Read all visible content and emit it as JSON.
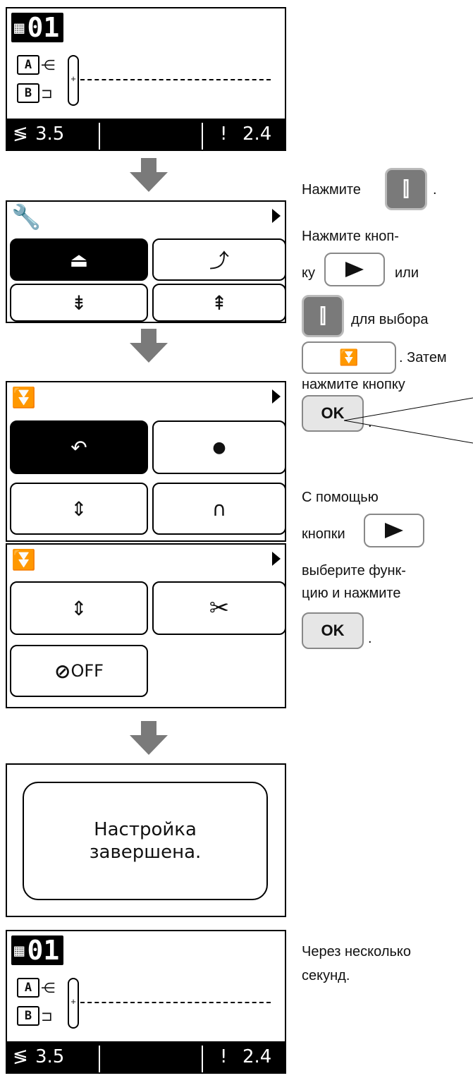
{
  "home": {
    "pattern_number": "01",
    "grid_icon": "grid-icon",
    "label_a": "A",
    "label_b": "B",
    "needle_mark": "+",
    "stitch_width_icon": "stitch-width-icon",
    "stitch_width": "3.5",
    "stitch_length_icon": "exclamation-icon",
    "stitch_length_mark": "!",
    "stitch_length": "2.4"
  },
  "settings_menu": {
    "icon": "tools-icon",
    "items": [
      {
        "name": "presser-foot-up-icon",
        "selected": true
      },
      {
        "name": "pivot-icon",
        "selected": false
      },
      {
        "name": "needle-position-icon",
        "selected": false
      },
      {
        "name": "feed-dog-icon",
        "selected": false
      }
    ]
  },
  "foot_menu_1": {
    "icon": "presser-foot-down-icon",
    "items": [
      {
        "name": "reverse-icon",
        "glyph": "↶",
        "selected": true
      },
      {
        "name": "dot-icon",
        "glyph": "●",
        "selected": false
      },
      {
        "name": "needle-up-down-icon",
        "glyph": "⇕",
        "selected": false
      },
      {
        "name": "needle-stop-icon",
        "glyph": "∩",
        "selected": false
      }
    ]
  },
  "foot_menu_2": {
    "icon": "presser-foot-down-icon",
    "items": [
      {
        "name": "foot-lift-icon",
        "glyph": "⇕",
        "selected": false
      },
      {
        "name": "scissors-icon",
        "glyph": "✂",
        "selected": false
      },
      {
        "name": "off-icon",
        "glyph": "⊘",
        "label": "OFF",
        "selected": false
      }
    ]
  },
  "complete_screen": {
    "line1": "Настройка",
    "line2": "завершена."
  },
  "instructions": {
    "step1_text": "Нажмите",
    "step1_end": ".",
    "step2_line1": "Нажмите кноп-",
    "step2_ku": "ку",
    "step2_ili": "или",
    "step2_dlya": "для выбора",
    "step2_zatem": ". Затем",
    "step2_nazhmite": "нажмите кнопку",
    "ok_label": "OK",
    "step2_end": ".",
    "step3_line1": "С помощью",
    "step3_line2": "кнопки",
    "step3_line3": "выберите функ-",
    "step3_line4": "цию и нажмите",
    "step3_end": ".",
    "step4_line1": "Через несколько",
    "step4_line2": "секунд."
  },
  "colors": {
    "arrow": "#7a7a7a",
    "tool_button": "#7a7a7a",
    "ok_button": "#e6e6e6"
  }
}
